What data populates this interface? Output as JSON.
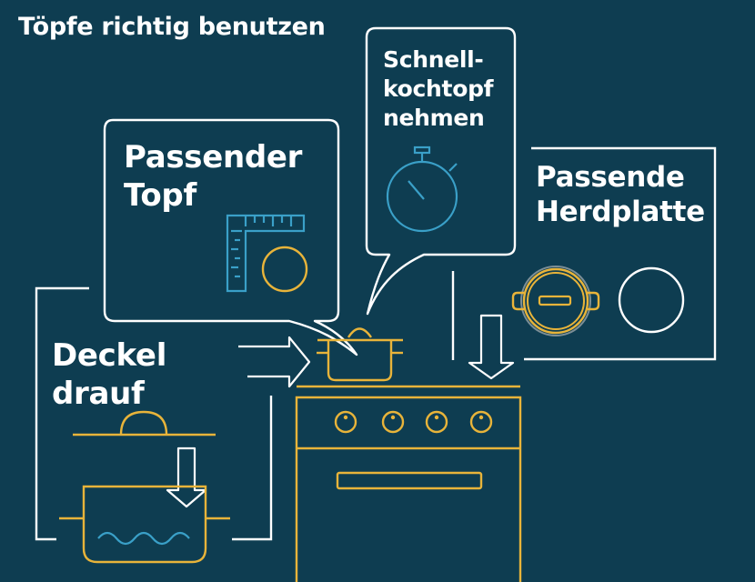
{
  "title": "Töpfe richtig benutzen",
  "tips": {
    "right_pot": {
      "line1": "Passender",
      "line2": "Topf"
    },
    "pressure_cooker": {
      "line1": "Schnell-",
      "line2": "kochtopf",
      "line3": "nehmen"
    },
    "right_plate": {
      "line1": "Passende",
      "line2": "Herdplatte"
    },
    "lid_on": {
      "line1": "Deckel",
      "line2": "drauf"
    }
  },
  "colors": {
    "background": "#0e3d51",
    "line": "#ffffff",
    "accent_gold": "#e8b43a",
    "accent_blue": "#3aa0c8"
  },
  "icons": [
    "ruler-icon",
    "circle-icon",
    "stopwatch-icon",
    "pot-icon",
    "hotplate-icon",
    "arrow-icon",
    "stove-icon",
    "lid-icon",
    "water-wave-icon"
  ]
}
